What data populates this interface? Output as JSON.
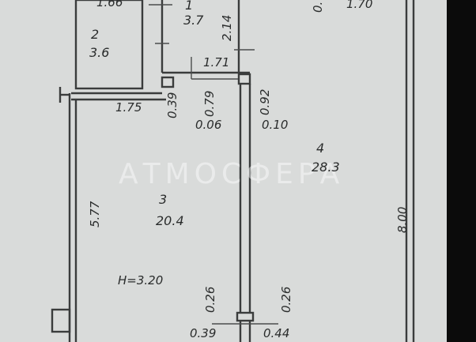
{
  "watermark": "АТМОСФЕРА",
  "rooms": [
    {
      "number": "1",
      "area": "3.7"
    },
    {
      "number": "2",
      "area": "3.6"
    },
    {
      "number": "3",
      "area": "20.4"
    },
    {
      "number": "4",
      "area": "28.3"
    }
  ],
  "dimensions": {
    "top_left_width": "1.66",
    "room1_height": "2.14",
    "top_right_partial": "0.",
    "top_right_width": "1.70",
    "corridor_width": "1.71",
    "room3_top_width": "1.75",
    "door_a": "0.39",
    "door_b": "0.79",
    "door_c": "0.92",
    "wall_a": "0.06",
    "wall_b": "0.10",
    "room3_height": "5.77",
    "room4_height": "8.00",
    "bottom_left_h": "0.26",
    "bottom_right_h": "0.26",
    "bottom_left_w": "0.39",
    "bottom_right_w": "0.44"
  },
  "ceiling_height": "H=3.20",
  "colors": {
    "background": "#d9dbda",
    "right_band": "#0b0b0b",
    "ink": "#2a2c2c"
  }
}
